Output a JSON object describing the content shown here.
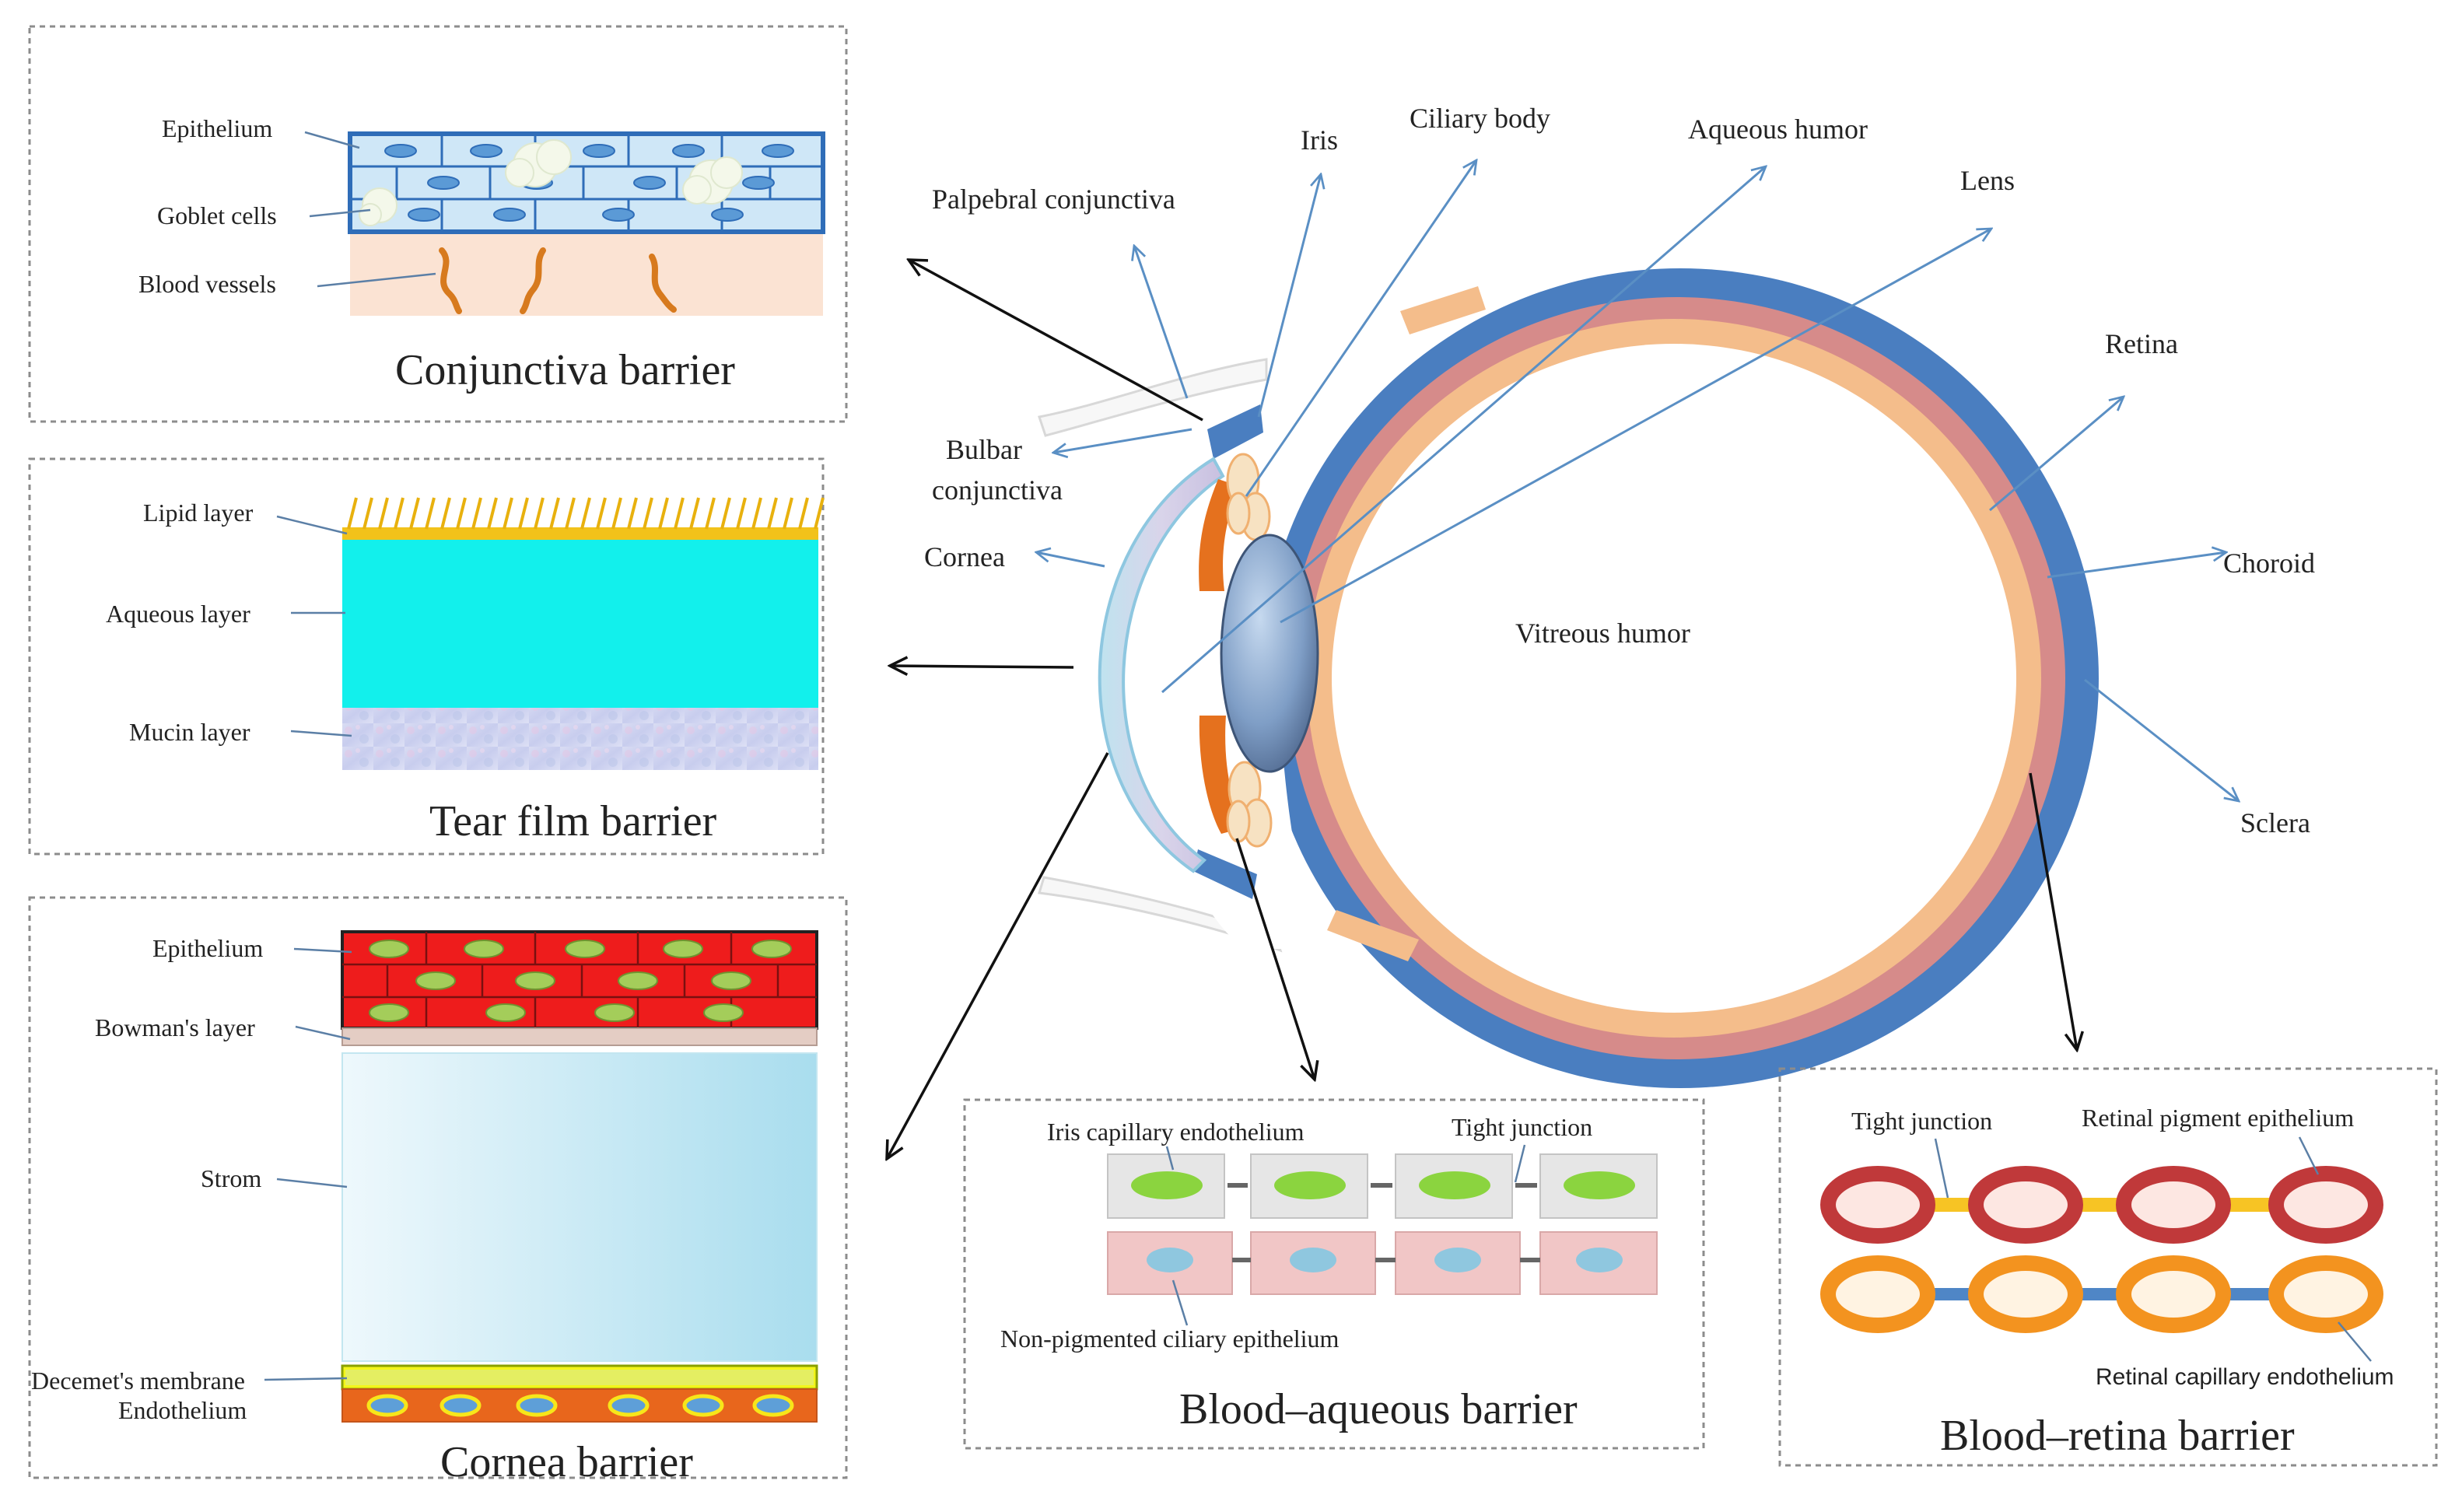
{
  "colors": {
    "sclera": "#4a7ec0",
    "choroid": "#d68b8a",
    "retina": "#f4bd8b",
    "iris": "#e5711e",
    "tear_aqueous": "#12f0ec",
    "lipid": "#f2c21a",
    "cornea_epithelium": "#ee1c1c",
    "endothelium": "#e8661c",
    "blood_vessels": "#d77a1e",
    "rpe_ring": "#c0393a",
    "capillary_ring": "#f3931f",
    "tight_junction_yellow": "#f7c424",
    "tight_junction_blue": "#4f86c6"
  },
  "eye": {
    "labels": {
      "iris": "Iris",
      "ciliary_body": "Ciliary body",
      "aqueous_humor": "Aqueous humor",
      "lens": "Lens",
      "palpebral_conjunctiva": "Palpebral conjunctiva",
      "retina": "Retina",
      "bulbar_conjunctiva_1": "Bulbar",
      "bulbar_conjunctiva_2": "conjunctiva",
      "cornea": "Cornea",
      "choroid": "Choroid",
      "vitreous_humor": "Vitreous humor",
      "sclera": "Sclera"
    }
  },
  "conjunctiva": {
    "title": "Conjunctiva barrier",
    "epithelium": "Epithelium",
    "goblet_cells": "Goblet cells",
    "blood_vessels": "Blood vessels"
  },
  "tear_film": {
    "title": "Tear film barrier",
    "lipid_layer": "Lipid layer",
    "aqueous_layer": "Aqueous layer",
    "mucin_layer": "Mucin layer"
  },
  "cornea": {
    "title": "Cornea barrier",
    "epithelium": "Epithelium",
    "bowmans_layer": "Bowman's layer",
    "strom": "Strom",
    "descemets_membrane": "Decemet's membrane",
    "endothelium": "Endothelium"
  },
  "blood_aqueous": {
    "title": "Blood–aqueous barrier",
    "iris_capillary_endothelium": "Iris  capillary endothelium",
    "tight_junction": "Tight junction",
    "non_pigmented_ciliary_epithelium": "Non-pigmented  ciliary  epithelium"
  },
  "blood_retina": {
    "title": "Blood–retina barrier",
    "tight_junction": "Tight junction",
    "retinal_pigment_epithelium": "Retinal pigment  epithelium",
    "retinal_capillary_endothelium": "Retinal capillary endothelium"
  }
}
